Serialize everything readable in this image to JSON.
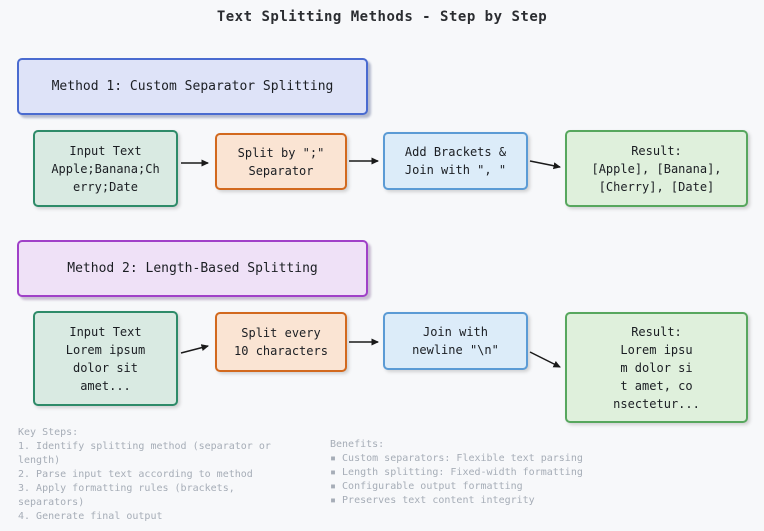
{
  "title": "Text Splitting Methods - Step by Step",
  "method1": {
    "header": "Method 1: Custom Separator Splitting",
    "steps": [
      "Input Text\nApple;Banana;Ch\nerry;Date",
      "Split by \";\"\nSeparator",
      "Add Brackets &\nJoin with \", \"",
      "Result:\n[Apple], [Banana],\n[Cherry], [Date]"
    ]
  },
  "method2": {
    "header": "Method 2: Length-Based Splitting",
    "steps": [
      "Input Text\nLorem ipsum\ndolor sit\namet...",
      "Split every\n10 characters",
      "Join with\nnewline \"\\n\"",
      "Result:\nLorem ipsu\nm dolor si\nt amet, co\nnsectetur..."
    ]
  },
  "footer": {
    "key_steps": "Key Steps:\n1. Identify splitting method (separator or\nlength)\n2. Parse input text according to method\n3. Apply formatting rules (brackets,\nseparators)\n4. Generate final output",
    "benefits": "Benefits:\n▪ Custom separators: Flexible text parsing\n▪ Length splitting: Fixed-width formatting\n▪ Configurable output formatting\n▪ Preserves text content integrity"
  },
  "colors": {
    "background": "#f7f8fa",
    "method1_border": "#4a6bd0",
    "method1_fill": "#dee3f8",
    "method2_border": "#a041c8",
    "method2_fill": "#efe1f7",
    "input_border": "#2e8b69",
    "input_fill": "#d9eae2",
    "process_border": "#d2691e",
    "process_fill": "#fae4d3",
    "join_border": "#5b9bd5",
    "join_fill": "#dcecf9",
    "result_border": "#57a75e",
    "result_fill": "#dff0dc",
    "arrow": "#1a1a1a",
    "footer_text": "#a6adb7"
  }
}
